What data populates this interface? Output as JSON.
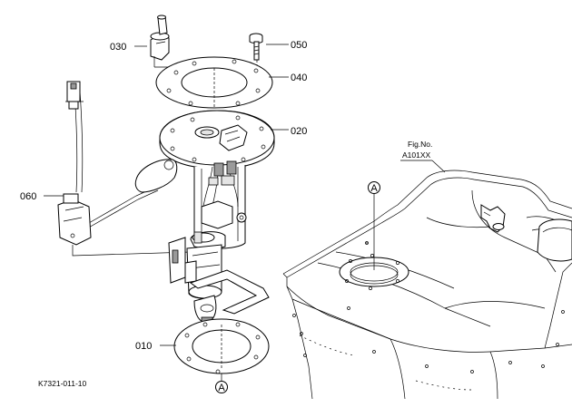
{
  "diagram": {
    "part_labels": {
      "p010": "010",
      "p020": "020",
      "p030": "030",
      "p040": "040",
      "p050": "050",
      "p060": "060"
    },
    "fig_no_label": "Fig.No.",
    "fig_no_value": "A101XX",
    "ref_marker": "A",
    "drawing_code": "K7321-011-10"
  }
}
